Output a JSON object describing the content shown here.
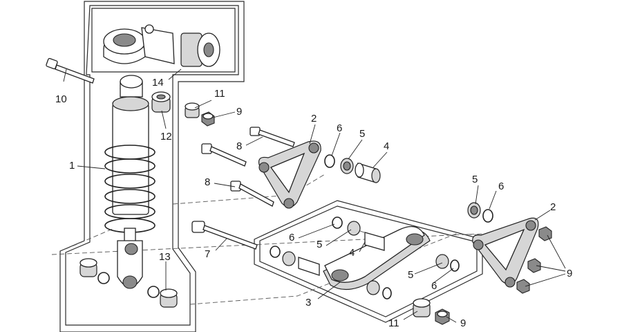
{
  "diagram": {
    "callouts": [
      {
        "id": "c1",
        "text": "1"
      },
      {
        "id": "c2a",
        "text": "2"
      },
      {
        "id": "c2b",
        "text": "2"
      },
      {
        "id": "c3",
        "text": "3"
      },
      {
        "id": "c4a",
        "text": "4"
      },
      {
        "id": "c4b",
        "text": "4"
      },
      {
        "id": "c5a",
        "text": "5"
      },
      {
        "id": "c5b",
        "text": "5"
      },
      {
        "id": "c5c",
        "text": "5"
      },
      {
        "id": "c5d",
        "text": "5"
      },
      {
        "id": "c6a",
        "text": "6"
      },
      {
        "id": "c6b",
        "text": "6"
      },
      {
        "id": "c6c",
        "text": "6"
      },
      {
        "id": "c6d",
        "text": "6"
      },
      {
        "id": "c7",
        "text": "7"
      },
      {
        "id": "c8a",
        "text": "8"
      },
      {
        "id": "c8b",
        "text": "8"
      },
      {
        "id": "c9a",
        "text": "9"
      },
      {
        "id": "c9b",
        "text": "9"
      },
      {
        "id": "c9c",
        "text": "9"
      },
      {
        "id": "c10",
        "text": "10"
      },
      {
        "id": "c11a",
        "text": "11"
      },
      {
        "id": "c11b",
        "text": "11"
      },
      {
        "id": "c12",
        "text": "12"
      },
      {
        "id": "c13",
        "text": "13"
      },
      {
        "id": "c14",
        "text": "14"
      }
    ]
  }
}
